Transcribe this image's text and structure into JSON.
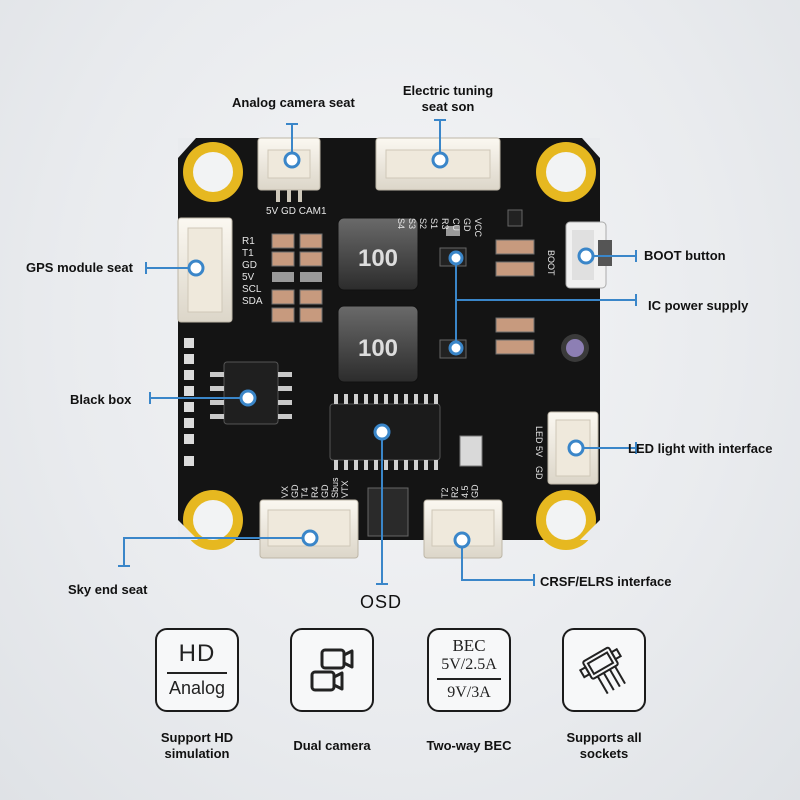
{
  "callouts": {
    "analog_camera_seat": "Analog camera seat",
    "electric_tuning_line1": "Electric tuning",
    "electric_tuning_line2": "seat son",
    "gps_module_seat": "GPS module seat",
    "boot_button": "BOOT button",
    "ic_power_supply": "IC power supply",
    "black_box": "Black box",
    "led_light": "LED light with interface",
    "sky_end_seat": "Sky end seat",
    "osd": "OSD",
    "crsf_elrs": "CRSF/ELRS interface"
  },
  "board_labels": {
    "camera_pins": "5V GD CAM1",
    "esc_pins": [
      "S4",
      "S3",
      "S2",
      "S1",
      "R3",
      "CU",
      "GD",
      "VCC"
    ],
    "gps_pins": [
      "R1",
      "T1",
      "GD",
      "5V",
      "SCL",
      "SDA"
    ],
    "boot": "BOOT",
    "led_pins": [
      "LED",
      "5V",
      "GD"
    ],
    "vtx_pins": [
      "VX",
      "GD",
      "T4",
      "R4",
      "GD",
      "Sbus",
      "VTX"
    ],
    "rx_pins": [
      "T2",
      "R2",
      "4.5",
      "GD"
    ],
    "inductor_1": "100",
    "inductor_2": "100"
  },
  "features": [
    {
      "id": "hd",
      "icon": "hd-analog-icon",
      "box_line1": "HD",
      "box_line2": "Analog",
      "label_line1": "Support HD",
      "label_line2": "simulation"
    },
    {
      "id": "camera",
      "icon": "dual-camera-icon",
      "label_line1": "Dual camera",
      "label_line2": ""
    },
    {
      "id": "bec",
      "icon": "bec-icon",
      "box_line1": "BEC",
      "box_line2": "5V/2.5A",
      "box_line3": "9V/3A",
      "label_line1": "Two-way BEC",
      "label_line2": ""
    },
    {
      "id": "sockets",
      "icon": "socket-connector-icon",
      "label_line1": "Supports all",
      "label_line2": "sockets"
    }
  ],
  "colors": {
    "pcb": "#141414",
    "pad_gold": "#e6b820",
    "connector": "#f3efe6",
    "callout_line": "#3a86c9",
    "callout_dot_fill": "#ffffff"
  }
}
